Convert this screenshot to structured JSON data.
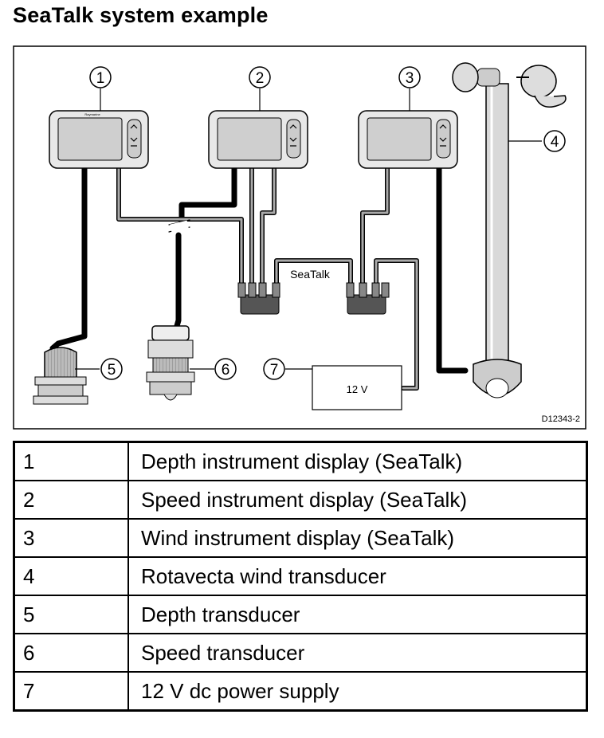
{
  "title": "SeaTalk system example",
  "diagram": {
    "callouts": [
      "1",
      "2",
      "3",
      "4",
      "5",
      "6",
      "7"
    ],
    "bus_label": "SeaTalk",
    "power_label": "12 V",
    "drawing_id": "D12343-2",
    "display_logo": "Raymarine"
  },
  "legend": [
    {
      "num": "1",
      "desc": "Depth instrument display (SeaTalk)"
    },
    {
      "num": "2",
      "desc": "Speed instrument display (SeaTalk)"
    },
    {
      "num": "3",
      "desc": "Wind instrument display (SeaTalk)"
    },
    {
      "num": "4",
      "desc": "Rotavecta wind transducer"
    },
    {
      "num": "5",
      "desc": "Depth transducer"
    },
    {
      "num": "6",
      "desc": "Speed transducer"
    },
    {
      "num": "7",
      "desc": "12 V dc power supply"
    }
  ]
}
